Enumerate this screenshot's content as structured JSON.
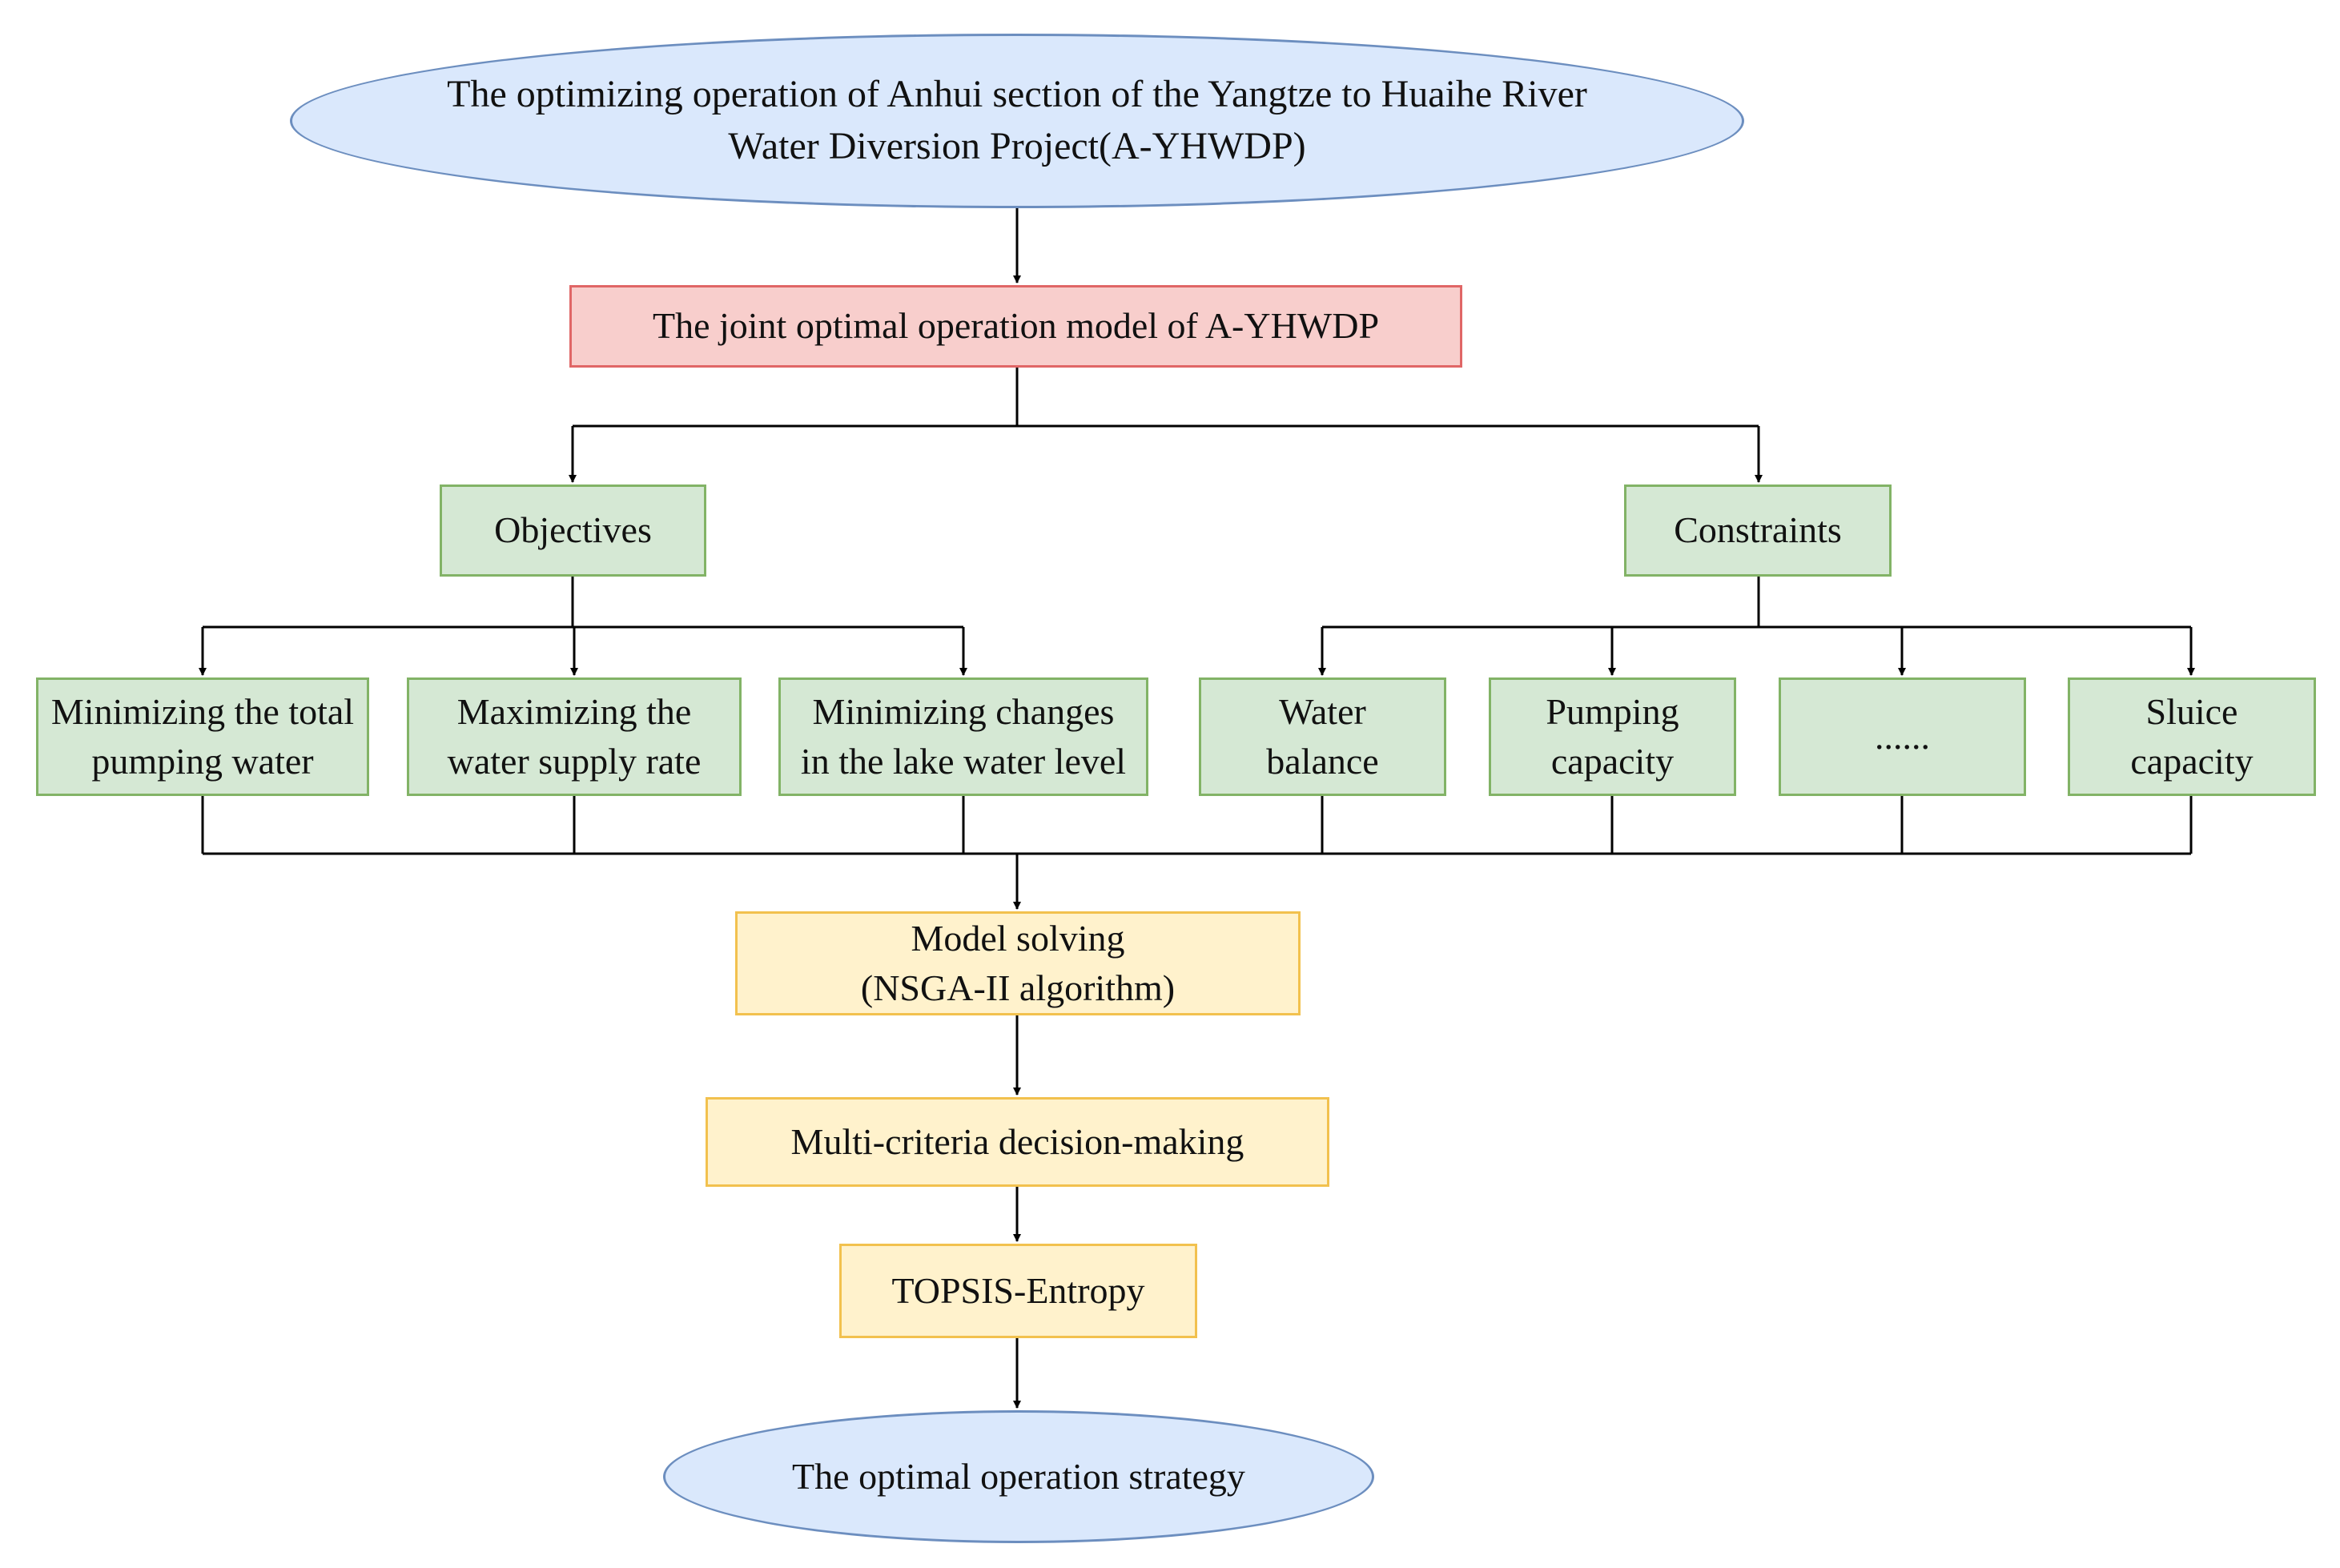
{
  "nodes": {
    "project": {
      "text": "The optimizing operation of Anhui section of the Yangtze to Huaihe River\nWater Diversion Project(A-YHWDP)"
    },
    "model": {
      "text": "The joint optimal operation model of A-YHWDP"
    },
    "objectives": {
      "text": "Objectives"
    },
    "constraints": {
      "text": "Constraints"
    },
    "obj_pumping": {
      "text": "Minimizing the total\npumping water"
    },
    "obj_supply": {
      "text": "Maximizing the\nwater supply rate"
    },
    "obj_lake": {
      "text": "Minimizing changes\nin the lake water level"
    },
    "con_water": {
      "text": "Water\nbalance"
    },
    "con_pumping": {
      "text": "Pumping\ncapacity"
    },
    "con_more": {
      "text": "......"
    },
    "con_sluice": {
      "text": "Sluice\ncapacity"
    },
    "solving": {
      "text": "Model solving\n(NSGA-II algorithm)"
    },
    "mcdm": {
      "text": "Multi-criteria decision-making"
    },
    "topsis": {
      "text": "TOPSIS-Entropy"
    },
    "strategy": {
      "text": "The optimal operation strategy"
    }
  },
  "colors": {
    "ellipse_fill": "#dae8fc",
    "ellipse_stroke": "#6c8ebf",
    "model_fill": "#f8cecc",
    "model_stroke": "#e06666",
    "green_fill": "#d5e8d4",
    "green_stroke": "#82b366",
    "yellow_fill": "#fff2cc",
    "yellow_stroke": "#f2c14e",
    "connector": "#000000"
  }
}
